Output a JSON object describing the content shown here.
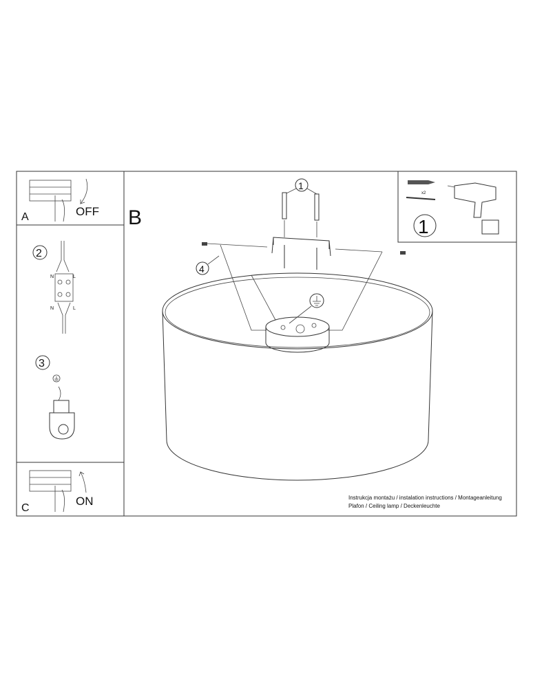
{
  "panels": {
    "a": {
      "letter": "A",
      "action": "OFF"
    },
    "b": {
      "letter": "B"
    },
    "c": {
      "letter": "C",
      "action": "ON"
    }
  },
  "steps": {
    "step1": "1",
    "step2": "2",
    "step3": "3",
    "step4": "4",
    "tools_step": "1",
    "quantity": "x2"
  },
  "terminal_labels": {
    "neutral": "N",
    "live": "L"
  },
  "footer": {
    "line1": "Instrukcja montażu / instalation instructions / Montageanleitung",
    "line2": "Plafon / Ceiling lamp / Deckenleuchte"
  }
}
